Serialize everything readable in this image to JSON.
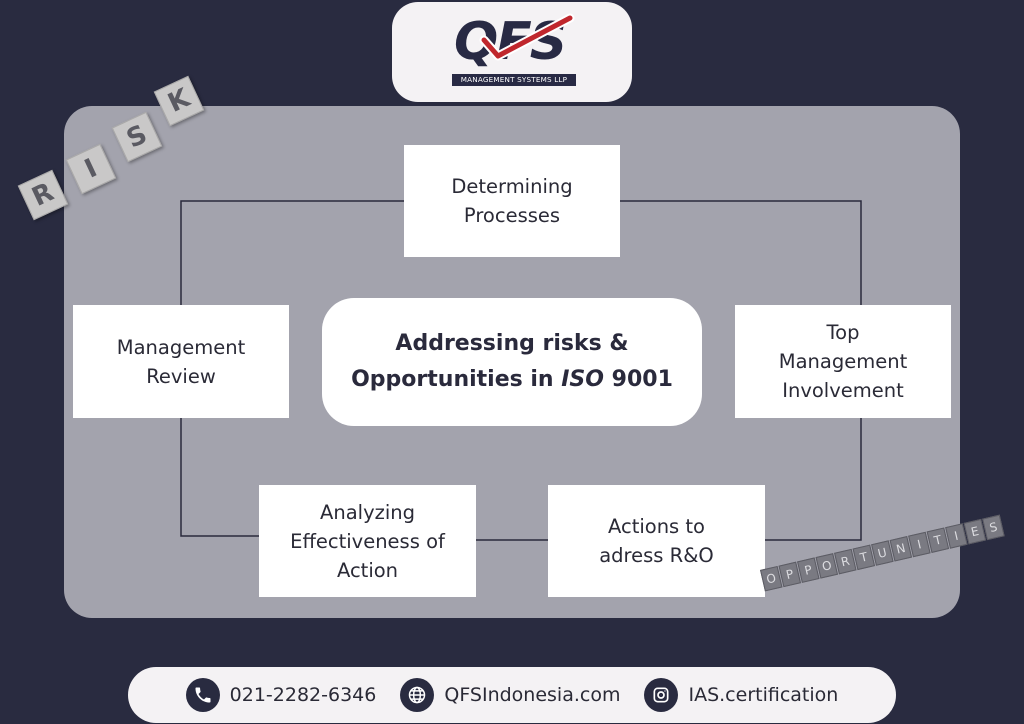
{
  "logo": {
    "letters": "QFS",
    "subtitle": "MANAGEMENT SYSTEMS LLP"
  },
  "decor": {
    "risk_tiles": [
      "R",
      "I",
      "S",
      "K"
    ],
    "opportunities_tiles": [
      "O",
      "P",
      "P",
      "O",
      "R",
      "T",
      "U",
      "N",
      "I",
      "T",
      "I",
      "E",
      "S"
    ]
  },
  "diagram": {
    "center": {
      "line1": "Addressing risks &",
      "line2_prefix": "Opportunities in ",
      "line2_italic": "ISO",
      "line2_suffix": " 9001"
    },
    "steps": {
      "determining": [
        "Determining",
        "Processes"
      ],
      "top_management": [
        "Top",
        "Management",
        "Involvement"
      ],
      "actions": [
        "Actions to",
        "adress R&O"
      ],
      "analyzing": [
        "Analyzing",
        "Effectiveness of",
        "Action"
      ],
      "management_review": [
        "Management",
        "Review"
      ]
    }
  },
  "footer": {
    "phone": "021-2282-6346",
    "website": "QFSIndonesia.com",
    "instagram": "IAS.certification"
  },
  "colors": {
    "background": "#292b40",
    "panel": "#a3a3ad",
    "box": "#ffffff",
    "accent_red": "#c0272d"
  },
  "icons": [
    "phone-icon",
    "globe-icon",
    "instagram-icon",
    "checkmark-icon"
  ]
}
